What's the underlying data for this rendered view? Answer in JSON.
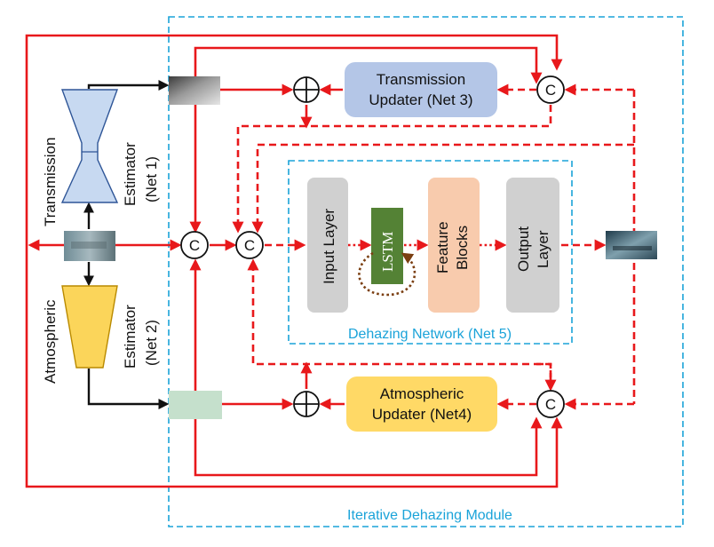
{
  "blocks": {
    "transmission_estimator": {
      "line1": "Transmission",
      "line2": "Estimator",
      "line3": "(Net 1)"
    },
    "atmospheric_estimator": {
      "line1": "Atmospheric",
      "line2": "Estimator",
      "line3": "(Net 2)"
    },
    "transmission_updater": {
      "line1": "Transmission",
      "line2": "Updater (Net 3)"
    },
    "atmospheric_updater": {
      "line1": "Atmospheric",
      "line2": "Updater (Net4)"
    },
    "input_layer": "Input Layer",
    "lstm": "LSTM",
    "feature_blocks": {
      "line1": "Feature",
      "line2": "Blocks"
    },
    "output_layer": {
      "line1": "Output",
      "line2": "Layer"
    }
  },
  "operators": {
    "concat": "C",
    "add": "+"
  },
  "regions": {
    "dehazing_network": "Dehazing Network (Net 5)",
    "iterative_module": "Iterative Dehazing Module"
  },
  "colors": {
    "flow_red": "#e8181b",
    "module_border": "#1aa3d9",
    "net1_fill": "#c7d9f1",
    "net2_fill": "#fbd55a",
    "net3_fill": "#b4c6e7",
    "net4_fill": "#ffd966",
    "lstm_fill": "#548235",
    "feature_fill": "#f8cbad",
    "layer_fill": "#d0d0d0",
    "atm_map_fill": "#c5e0cc"
  }
}
